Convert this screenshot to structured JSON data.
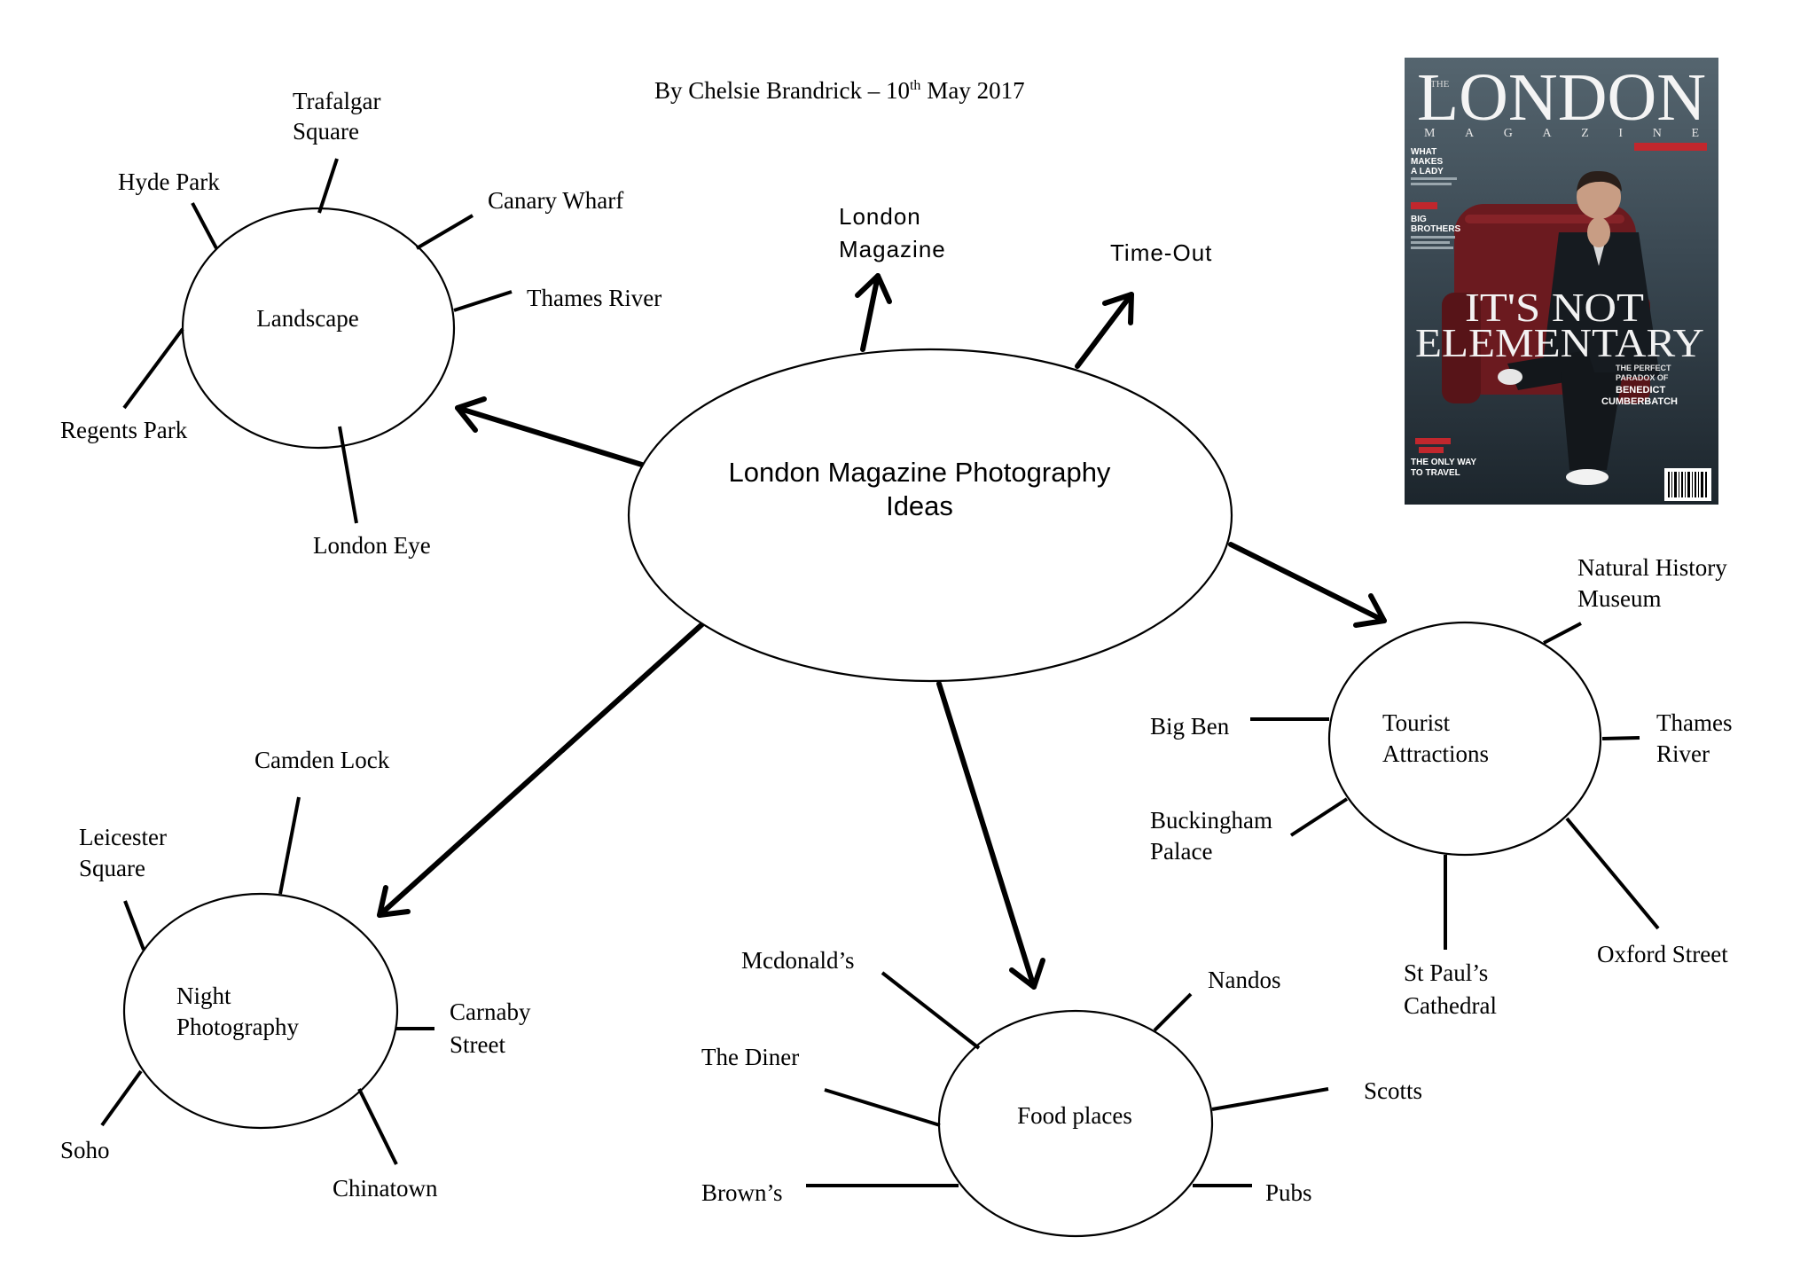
{
  "byline": {
    "text": "By Chelsie Brandrick – 10",
    "superscript": "th",
    "date_rest": "May 2017"
  },
  "central_topic": {
    "line1": "London Magazine Photography",
    "line2": "Ideas"
  },
  "branches": {
    "london_magazine": {
      "line1": "London",
      "line2": "Magazine"
    },
    "time_out": {
      "label": "Time-Out"
    },
    "landscape": {
      "label": "Landscape",
      "spokes": {
        "hyde_park": "Hyde Park",
        "trafalgar_square": [
          "Trafalgar",
          "Square"
        ],
        "canary_wharf": "Canary Wharf",
        "thames_river": "Thames River",
        "regents_park": "Regents Park",
        "london_eye": "London Eye"
      }
    },
    "tourist_attractions": {
      "label": [
        "Tourist",
        "Attractions"
      ],
      "spokes": {
        "natural_history_museum": [
          "Natural History",
          "Museum"
        ],
        "thames_river": [
          "Thames",
          "River"
        ],
        "big_ben": "Big Ben",
        "buckingham_palace": [
          "Buckingham",
          "Palace"
        ],
        "st_pauls_cathedral": [
          "St Paul’s",
          "Cathedral"
        ],
        "oxford_street": "Oxford Street"
      }
    },
    "night_photography": {
      "label": [
        "Night",
        "Photography"
      ],
      "spokes": {
        "camden_lock": "Camden Lock",
        "leicester_square": [
          "Leicester",
          "Square"
        ],
        "carnaby_street": [
          "Carnaby",
          "Street"
        ],
        "soho": "Soho",
        "chinatown": "Chinatown"
      }
    },
    "food_places": {
      "label": "Food places",
      "spokes": {
        "mcdonalds": "Mcdonald’s",
        "nandos": "Nandos",
        "the_diner": "The Diner",
        "scotts": "Scotts",
        "browns": "Brown’s",
        "pubs": "Pubs"
      }
    }
  },
  "magazine_cover": {
    "masthead_prefix": "THE",
    "masthead": "LONDON",
    "masthead_sub": "MAGAZINE",
    "coverline_1": [
      "WHAT",
      "MAKES",
      "A LADY"
    ],
    "coverline_2": [
      "BIG",
      "BROTHERS"
    ],
    "headline": [
      "IT'S NOT",
      "ELEMENTARY"
    ],
    "strapline": [
      "THE PERFECT",
      "PARADOX OF"
    ],
    "cover_star": [
      "BENEDICT",
      "CUMBERBATCH"
    ],
    "coverline_3": [
      "THE ONLY WAY",
      "TO TRAVEL"
    ]
  },
  "colors": {
    "ink": "#000000",
    "paper": "#ffffff",
    "cover_accent": "#c1272d"
  }
}
